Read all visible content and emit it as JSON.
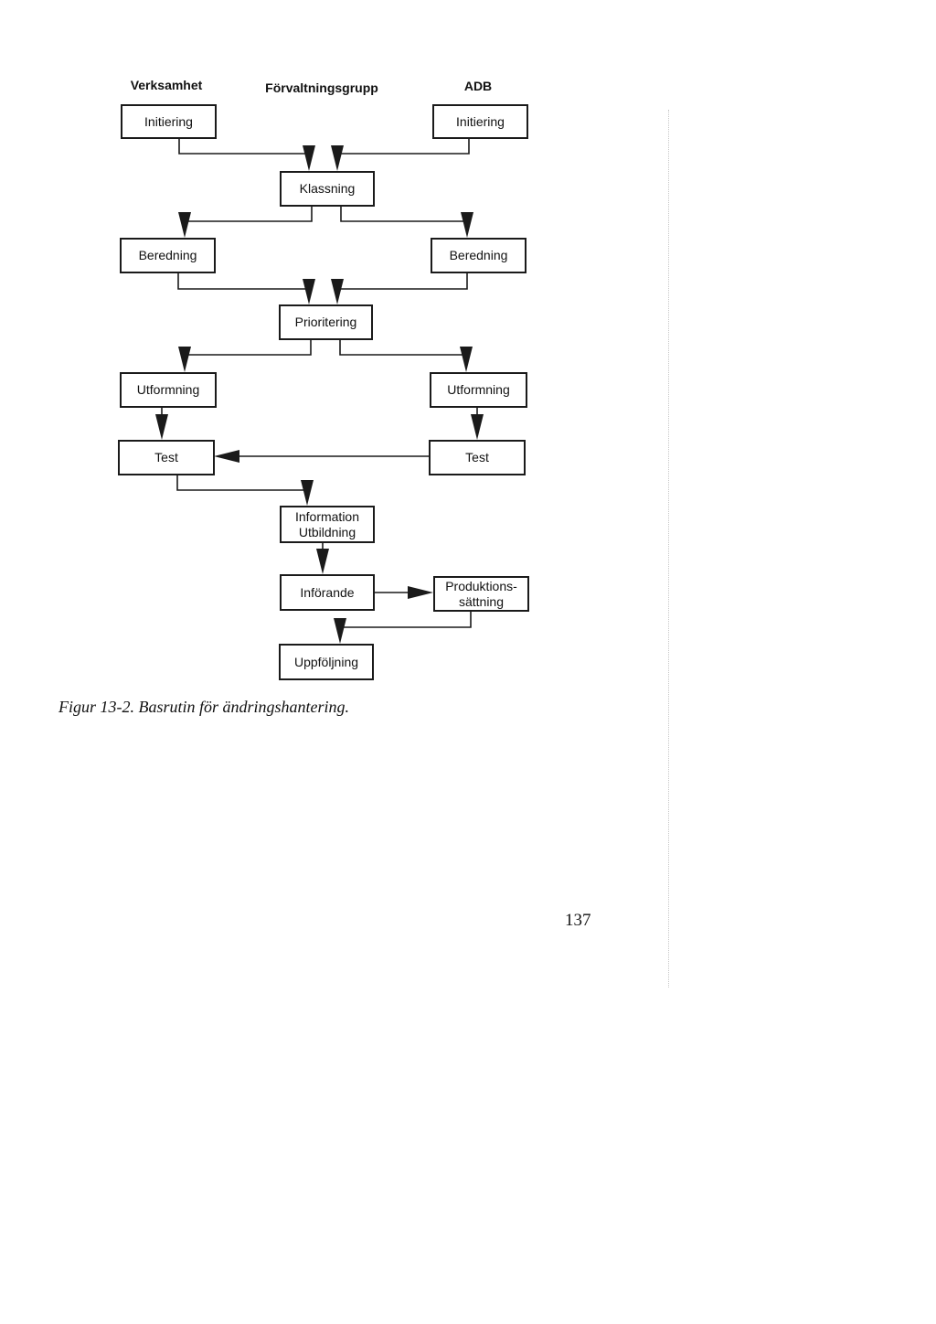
{
  "columns": {
    "left": "Verksamhet",
    "middle": "Förvaltningsgrupp",
    "right": "ADB"
  },
  "steps": {
    "initiering_left": "Initiering",
    "initiering_right": "Initiering",
    "klassning": "Klassning",
    "beredning_left": "Beredning",
    "beredning_right": "Beredning",
    "prioritering": "Prioritering",
    "utformning_left": "Utformning",
    "utformning_right": "Utformning",
    "test_left": "Test",
    "test_right": "Test",
    "information": "Information\nUtbildning",
    "inforande": "Införande",
    "produktionssattning": "Produktions-\nsättning",
    "uppfoljning": "Uppföljning"
  },
  "caption": "Figur 13-2. Basrutin för ändringshantering.",
  "page_number": "137"
}
